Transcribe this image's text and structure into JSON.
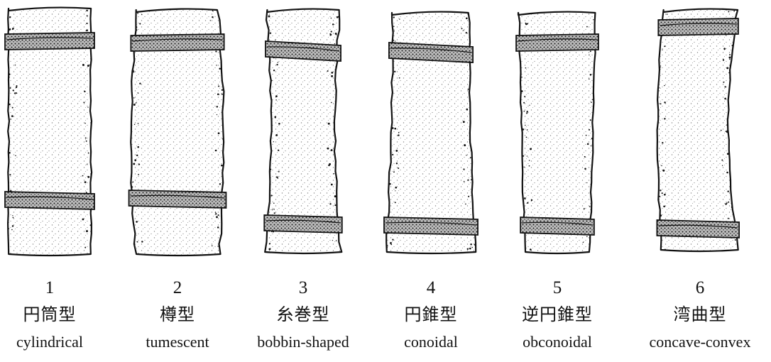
{
  "figure": {
    "items": [
      {
        "number": "1",
        "name_ja": "円筒型",
        "name_en": "cylindrical",
        "shape": "cylinder"
      },
      {
        "number": "2",
        "name_ja": "樽型",
        "name_en": "tumescent",
        "shape": "barrel"
      },
      {
        "number": "3",
        "name_ja": "糸巻型",
        "name_en": "bobbin-shaped",
        "shape": "bobbin"
      },
      {
        "number": "4",
        "name_ja": "円錐型",
        "name_en": "conoidal",
        "shape": "cone"
      },
      {
        "number": "5",
        "name_ja": "逆円錐型",
        "name_en": "obconoidal",
        "shape": "inverted-cone"
      },
      {
        "number": "6",
        "name_ja": "湾曲型",
        "name_en": "concave-convex",
        "shape": "curved"
      }
    ],
    "colors": {
      "ink": "#111111",
      "band_fill": "#c9c9c9",
      "paper": "#ffffff"
    }
  }
}
